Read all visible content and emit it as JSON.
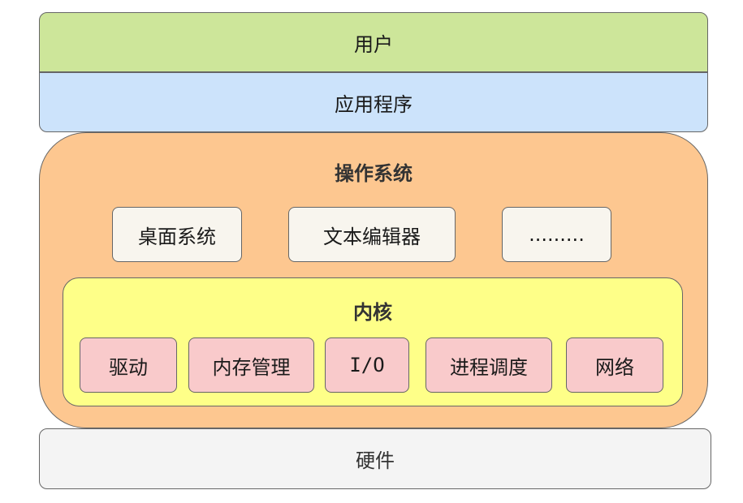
{
  "layers": {
    "user": "用户",
    "apps": "应用程序",
    "os": {
      "title": "操作系统",
      "apps": [
        "桌面系统",
        "文本编辑器",
        "........."
      ],
      "kernel": {
        "title": "内核",
        "modules": [
          "驱动",
          "内存管理",
          "I/O",
          "进程调度",
          "网络"
        ]
      }
    },
    "hardware": "硬件"
  },
  "colors": {
    "user": "#cde69a",
    "apps": "#cce3fb",
    "os": "#fdc790",
    "os_app_box": "#f8f5ee",
    "kernel": "#feff88",
    "kernel_module": "#f9cacb",
    "hardware": "#f4f4f4",
    "border": "#666666"
  }
}
